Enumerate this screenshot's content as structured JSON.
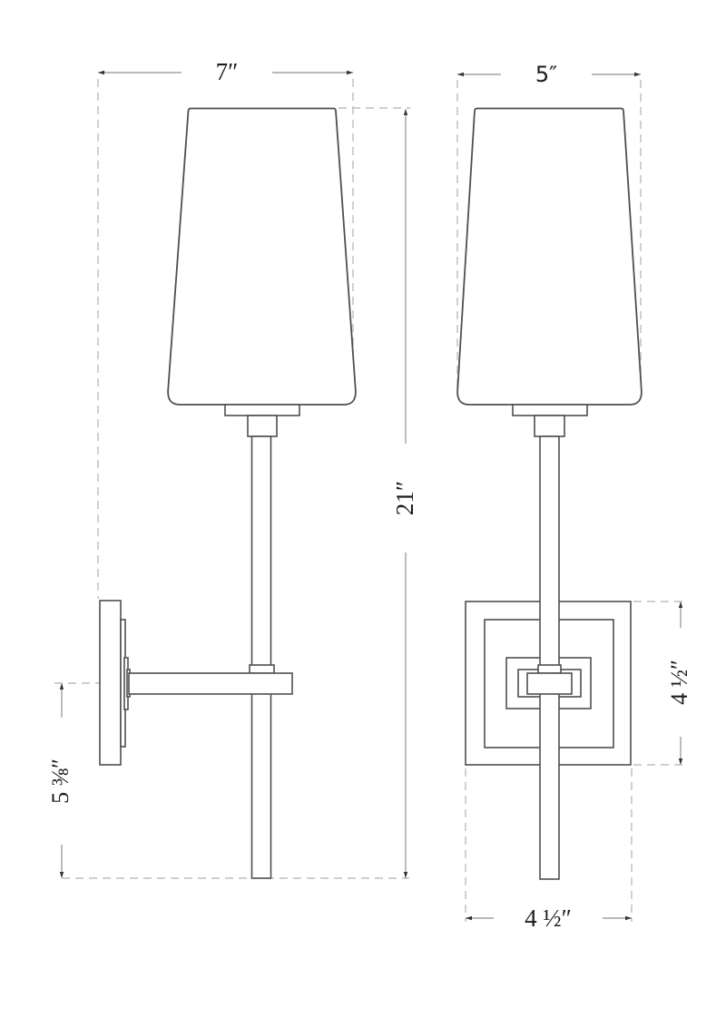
{
  "drawing": {
    "type": "technical-dimension-drawing",
    "subject": "wall sconce, side view and front view",
    "dimensions": {
      "overall_depth": "7″",
      "shade_width": "5″",
      "overall_height": "21″",
      "stem_drop": "5 ⅜″",
      "backplate_height": "4 ½″",
      "backplate_width": "4 ½″"
    },
    "colors": {
      "outline": "#4f4f4f",
      "dashed_line": "#bdbdbd",
      "dimension_line": "#8f8f8f",
      "arrow": "#333333",
      "text": "#1b1b1b",
      "background": "#ffffff"
    }
  }
}
